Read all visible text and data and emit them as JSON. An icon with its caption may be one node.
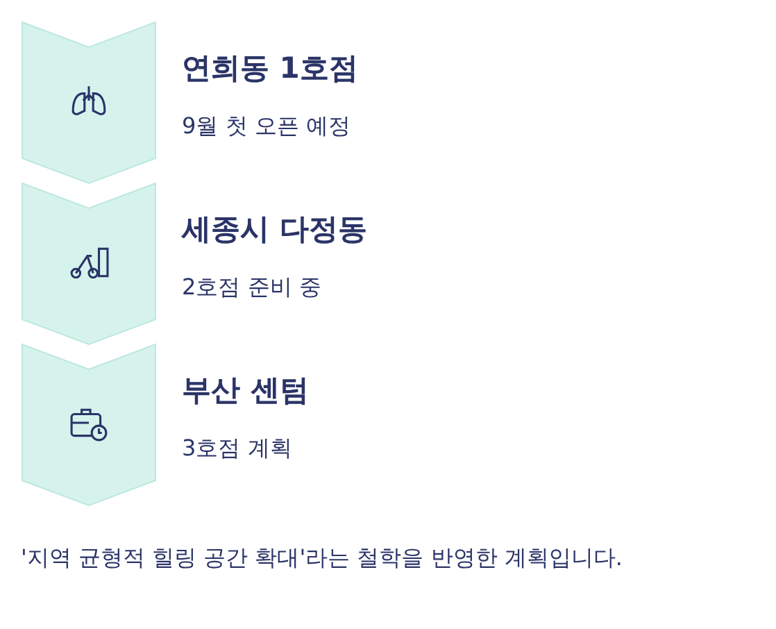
{
  "diagram": {
    "nodes": [
      {
        "text": [],
        "shape": "chevron",
        "beside": [
          "연희동 1호점",
          "9월 첫 오픈 예정"
        ]
      },
      {
        "text": [],
        "shape": "chevron",
        "beside": [
          "세종시 다정동",
          "2호점 준비 중"
        ]
      },
      {
        "text": [],
        "shape": "chevron",
        "beside": [
          "부산 센텀",
          "3호점 계획"
        ]
      }
    ],
    "edges": [],
    "labels": [
      "'지역 균형적 힐링 공간 확대'라는 철학을 반영한 계획입니다."
    ]
  }
}
